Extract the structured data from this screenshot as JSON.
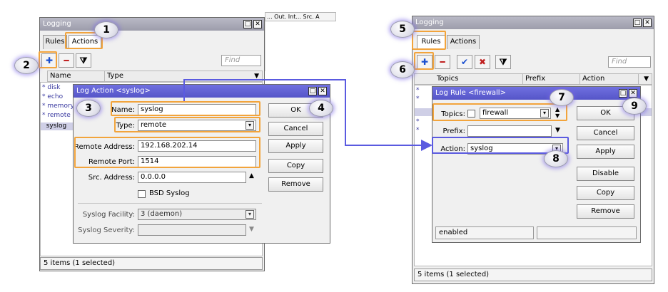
{
  "left_logging": {
    "title": "Logging",
    "tabs": [
      "Rules",
      "Actions"
    ],
    "find_placeholder": "Find",
    "columns": [
      "Name",
      "Type"
    ],
    "rows": [
      "disk",
      "echo",
      "memory",
      "remote",
      "syslog"
    ],
    "background_columns": "... Out. Int... Src. A",
    "status": "5 items (1 selected)"
  },
  "log_action": {
    "title": "Log Action <syslog>",
    "name_label": "Name:",
    "name_value": "syslog",
    "type_label": "Type:",
    "type_value": "remote",
    "remote_address_label": "Remote Address:",
    "remote_address_value": "192.168.202.14",
    "remote_port_label": "Remote Port:",
    "remote_port_value": "1514",
    "src_address_label": "Src. Address:",
    "src_address_value": "0.0.0.0",
    "bsd_label": "BSD Syslog",
    "facility_label": "Syslog Facility:",
    "facility_value": "3 (daemon)",
    "severity_label": "Syslog Severity:",
    "severity_value": "",
    "buttons": {
      "ok": "OK",
      "cancel": "Cancel",
      "apply": "Apply",
      "copy": "Copy",
      "remove": "Remove"
    }
  },
  "right_logging": {
    "title": "Logging",
    "tabs": [
      "Rules",
      "Actions"
    ],
    "find_placeholder": "Find",
    "columns": [
      "Topics",
      "Prefix",
      "Action"
    ],
    "status": "5 items (1 selected)"
  },
  "log_rule": {
    "title": "Log Rule <firewall>",
    "topics_label": "Topics:",
    "topics_value": "firewall",
    "prefix_label": "Prefix:",
    "prefix_value": "",
    "action_label": "Action:",
    "action_value": "syslog",
    "status": "enabled",
    "buttons": {
      "ok": "OK",
      "cancel": "Cancel",
      "apply": "Apply",
      "disable": "Disable",
      "copy": "Copy",
      "remove": "Remove"
    }
  },
  "callouts": [
    "1",
    "2",
    "3",
    "4",
    "5",
    "6",
    "7",
    "8",
    "9"
  ],
  "icons": {
    "add": "plus-icon",
    "remove": "minus-icon",
    "filter": "filter-icon",
    "enable": "check-icon",
    "disable": "x-icon",
    "close": "close-icon",
    "restore": "restore-icon"
  },
  "colors": {
    "highlight": "#f2a43c",
    "connector": "#5a5ae0",
    "active_title": "#6262d8"
  }
}
